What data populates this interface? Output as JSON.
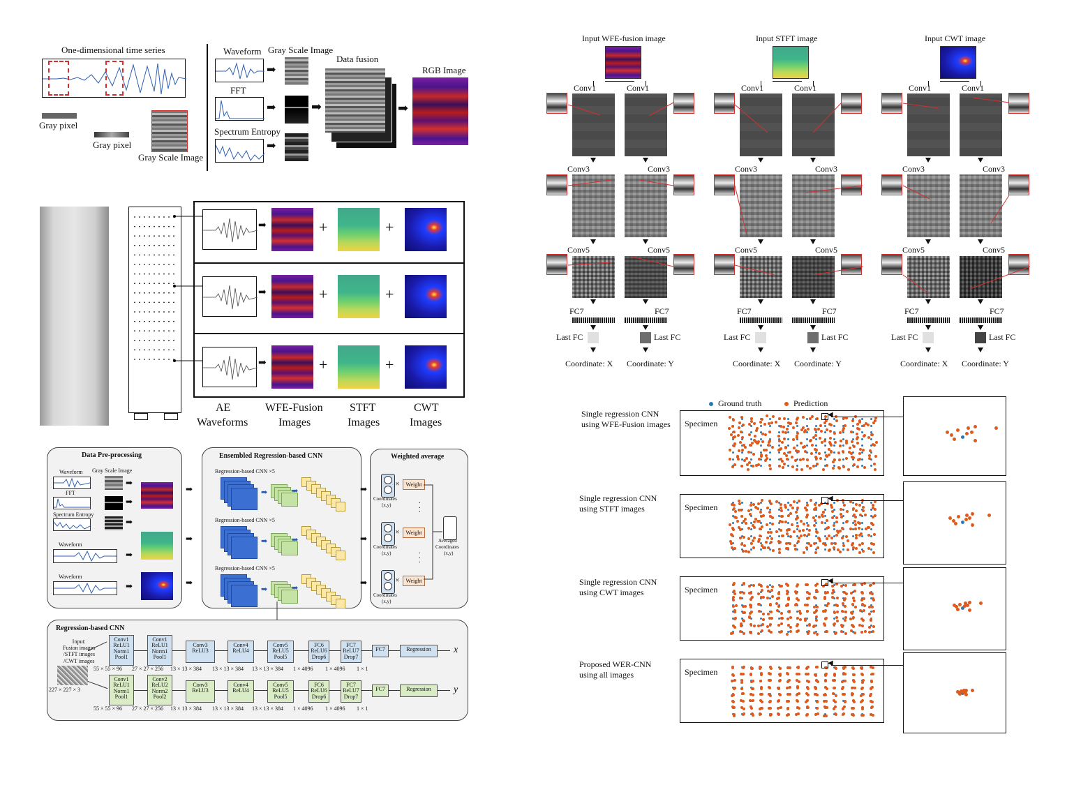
{
  "top_left": {
    "time_series_title": "One-dimensional time series",
    "gray_pixel_1": "Gray pixel",
    "gray_pixel_2": "Gray pixel",
    "gray_scale_image_1": "Gray Scale Image",
    "waveform": "Waveform",
    "gray_scale_image_2": "Gray Scale Image",
    "fft": "FFT",
    "spectrum_entropy": "Spectrum Entropy",
    "data_fusion": "Data fusion",
    "rgb_image": "RGB Image"
  },
  "mid_left": {
    "col_labels": [
      {
        "line1": "AE",
        "line2": "Waveforms"
      },
      {
        "line1": "WFE-Fusion",
        "line2": "Images"
      },
      {
        "line1": "STFT",
        "line2": "Images"
      },
      {
        "line1": "CWT",
        "line2": "Images"
      }
    ],
    "plus": "+"
  },
  "framework": {
    "preproc_title": "Data Pre-processing",
    "preproc_waveform": "Waveform",
    "preproc_gray_scale": "Gray Scale Image",
    "preproc_fft": "FFT",
    "preproc_entropy": "Spectrum Entropy",
    "preproc_waveform_2": "Waveform",
    "preproc_waveform_3": "Waveform",
    "ensemble_title": "Ensembled Regression-based CNN",
    "cnn_x5": "Regression-based CNN ×5",
    "weighted_title": "Weighted average",
    "weight": "Weight",
    "coordinates": "Coordinates",
    "xy": "(x,y)",
    "averaged": "Averaged",
    "averaged_coords": "Coordinates",
    "regcnn_title": "Regression-based CNN",
    "input_lines": [
      "Input:",
      "Fusion images",
      "/STFT images",
      "/CWT images"
    ],
    "input_size": "227 × 227 × 3",
    "row_x": [
      [
        "Conv1",
        "ReLU1",
        "Norm1",
        "Pool1"
      ],
      [
        "Conv1",
        "ReLU1",
        "Norm1",
        "Pool1"
      ],
      [
        "Conv3",
        "ReLU3"
      ],
      [
        "Conv4",
        "ReLU4"
      ],
      [
        "Conv5",
        "ReLU5",
        "Pool5"
      ],
      [
        "FC6",
        "ReLU6",
        "Drop6"
      ],
      [
        "FC7",
        "ReLU7",
        "Drop7"
      ],
      [
        "FC7"
      ],
      [
        "Regression"
      ]
    ],
    "row_y": [
      [
        "Conv1",
        "ReLU1",
        "Norm1",
        "Pool1"
      ],
      [
        "Conv2",
        "ReLU2",
        "Norm2",
        "Pool2"
      ],
      [
        "Conv3",
        "ReLU3"
      ],
      [
        "Conv4",
        "ReLU4"
      ],
      [
        "Conv5",
        "ReLU5",
        "Pool5"
      ],
      [
        "FC6",
        "ReLU6",
        "Drop6"
      ],
      [
        "FC7",
        "ReLU7",
        "Drop7"
      ],
      [
        "FC7"
      ],
      [
        "Regression"
      ]
    ],
    "sizes": [
      "55 × 55 × 96",
      "27 × 27 × 256",
      "13 × 13 × 384",
      "13 × 13 × 384",
      "13 × 13 × 384",
      "1 × 4096",
      "1 × 4096",
      "1 × 1"
    ],
    "out_x": "x",
    "out_y": "y"
  },
  "feature_maps": {
    "inputs": [
      "Input WFE-fusion image",
      "Input STFT image",
      "Input CWT image"
    ],
    "conv1": "Conv1",
    "conv3": "Conv3",
    "conv5": "Conv5",
    "fc7": "FC7",
    "last_fc": "Last FC",
    "coord_x": "Coordinate: X",
    "coord_y": "Coordinate: Y"
  },
  "results": {
    "legend": [
      {
        "label": "Ground truth",
        "color": "#2a7ab8"
      },
      {
        "label": "Prediction",
        "color": "#e05a1c"
      }
    ],
    "specimen": "Specimen",
    "rows": [
      {
        "line1": "Single regression CNN",
        "line2": "using WFE-Fusion images"
      },
      {
        "line1": "Single regression CNN",
        "line2": "using STFT images"
      },
      {
        "line1": "Single regression CNN",
        "line2": "using CWT images"
      },
      {
        "line1": "Proposed WER-CNN",
        "line2": "using all images"
      }
    ]
  }
}
